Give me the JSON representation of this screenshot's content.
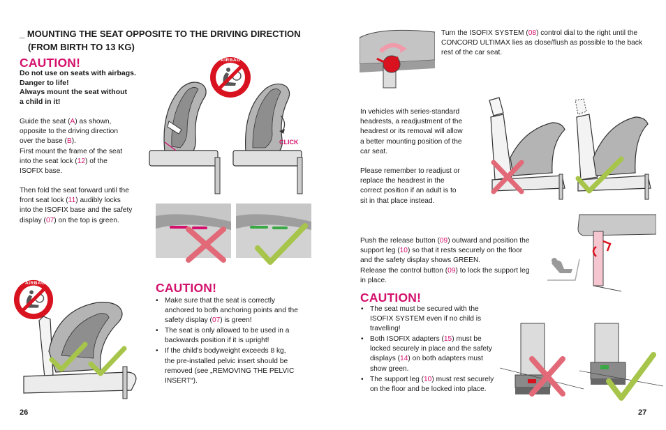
{
  "left": {
    "heading_line1": "_ MOUNTING THE SEAT OPPOSITE TO THE DRIVING DIRECTION",
    "heading_line2": "(FROM BIRTH TO 13 KG)",
    "caution1": {
      "title": "CAUTION!",
      "lines": [
        "Do not use on seats with airbags.",
        "Danger to life!",
        "Always mount the seat without",
        "a child in it!"
      ]
    },
    "guide": {
      "p1": [
        "Guide the seat (",
        "A",
        ") as shown,",
        "opposite to the driving direction",
        "over the base (",
        "B",
        ").",
        "First mount the frame of the seat",
        "into the seat lock (",
        "12",
        ") of the",
        "ISOFIX base."
      ],
      "p2": [
        "Then fold the seat forward until the",
        "front seat lock (",
        "11",
        ") audibly locks",
        "into the ISOFIX base and the safety",
        "display (",
        "07",
        ") on the top is green."
      ]
    },
    "click_label": "CLICK",
    "airbag_label": "AIRBAG",
    "caution2": {
      "title": "CAUTION!",
      "bullets": [
        [
          "Make sure that the seat is correctly",
          "anchored to both anchoring points and the",
          "safety display (",
          "07",
          ") is green!"
        ],
        [
          "The seat is only allowed to be used in a",
          "backwards position if it is upright!"
        ],
        [
          "If the child's bodyweight exceeds 8 kg,",
          "the pre-installed pelvic insert should be",
          "removed (see „REMOVING THE PELVIC",
          "INSERT“)."
        ]
      ]
    },
    "page_number": "26"
  },
  "right": {
    "turn": [
      "Turn the ISOFIX SYSTEM (",
      "08",
      ") control dial to the right until the",
      "CONCORD ULTIMAX lies as close/flush as possible to the back",
      "rest of the car seat."
    ],
    "headrest_p1": [
      "In vehicles with series-standard",
      "headrests, a readjustment of the",
      "headrest or its removal will allow",
      "a better mounting position of the",
      "car seat."
    ],
    "headrest_p2": [
      "Please remember to readjust or",
      "replace the headrest in the",
      "correct position if an adult is to",
      "sit in that place instead."
    ],
    "push": [
      "Push the release button (",
      "09",
      ") outward and position the",
      "support leg (",
      "10",
      ") so that it rests securely on the floor",
      "and the safety display shows GREEN.",
      "Release the control button (",
      "09",
      ") to lock the support leg",
      "in place."
    ],
    "caution3": {
      "title": "CAUTION!",
      "bullets": [
        [
          "The seat must be secured with the",
          "ISOFIX SYSTEM even if no child is",
          "travelling!"
        ],
        [
          "Both ISOFIX adapters (",
          "15",
          ") must be",
          "locked securely in place and the safety",
          "displays (",
          "14",
          ") on both adapters must",
          "show green."
        ],
        [
          "The support leg (",
          "10",
          ") must rest securely",
          "on the floor and be locked into place."
        ]
      ]
    },
    "page_number": "27"
  },
  "colors": {
    "accent": "#d3116d",
    "cross": "#e26a78",
    "check": "#a6c54a",
    "seat_gray": "#a9a9a9"
  },
  "icons": [
    "no-airbag-icon",
    "cross-mark-icon",
    "check-mark-icon",
    "rotate-arrow-icon"
  ]
}
